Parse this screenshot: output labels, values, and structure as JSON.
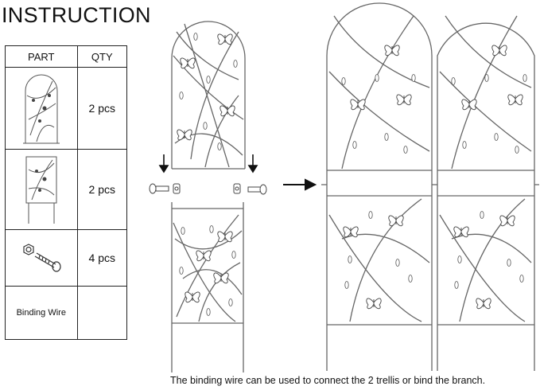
{
  "header": {
    "title": "INSTRUCTION"
  },
  "table": {
    "headers": {
      "part": "PART",
      "qty": "QTY"
    },
    "rows": [
      {
        "part_icon": "trellis-top-panel-icon",
        "qty": "2 pcs"
      },
      {
        "part_icon": "trellis-bottom-panel-icon",
        "qty": "2 pcs"
      },
      {
        "part_icon": "bolt-and-nut-icon",
        "qty": "4 pcs"
      },
      {
        "part_label": "Binding Wire",
        "qty": ""
      }
    ]
  },
  "diagram": {
    "icons": [
      "trellis-top-panel-icon",
      "down-arrow-icon",
      "bolt-icon",
      "nut-icon",
      "trellis-bottom-panel-icon",
      "right-arrow-icon",
      "assembled-trellis-icon"
    ]
  },
  "note": "The binding wire can be used to connect the 2 trellis or bind the branch."
}
